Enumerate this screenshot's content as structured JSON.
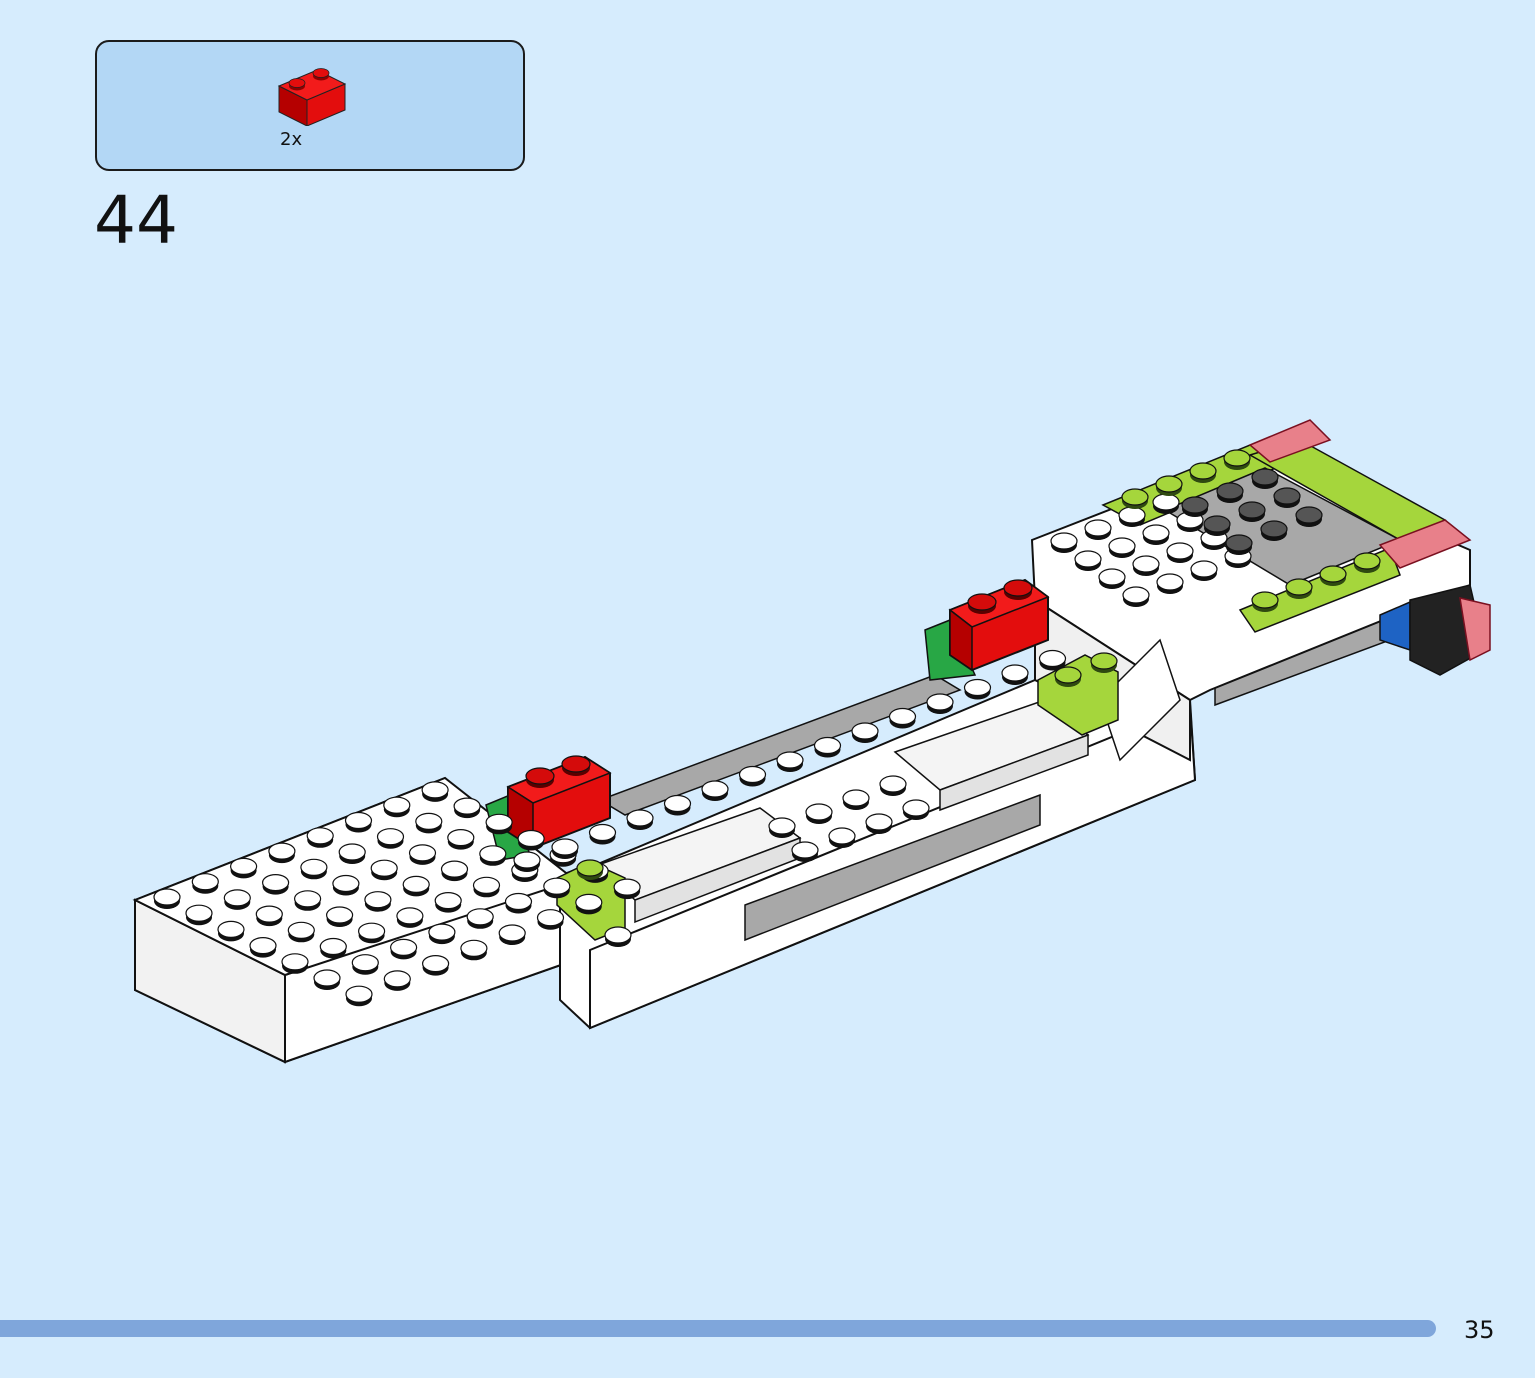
{
  "parts_list": {
    "items": [
      {
        "part_icon": "red-1x2-brick-icon",
        "quantity": "2x",
        "color": "#e30d0d"
      }
    ]
  },
  "step": {
    "number": "44"
  },
  "page": {
    "number": "35"
  },
  "colors": {
    "background": "#d6ecfd",
    "parts_box": "#b3d7f5",
    "progress_bar": "#7fa6db",
    "white_brick": "#ffffff",
    "red_brick": "#e30d0d",
    "lime_brick": "#a5d63c",
    "grey_brick": "#a8a8a8",
    "green_brick": "#28a745",
    "blue_brick": "#1e63c4"
  }
}
